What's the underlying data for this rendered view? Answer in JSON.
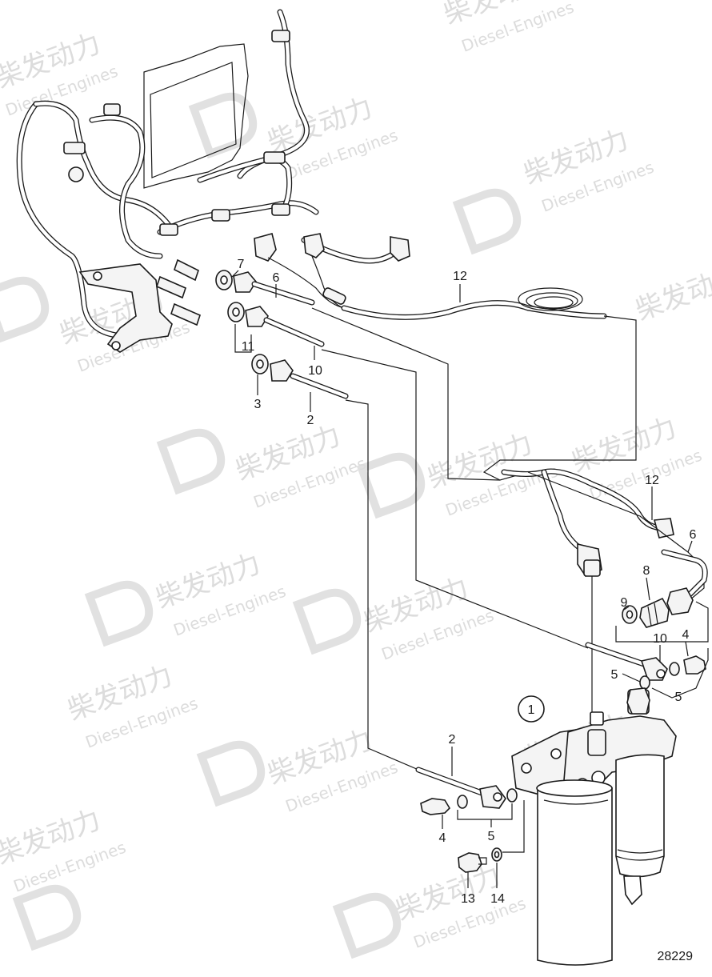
{
  "drawing_number": "28229",
  "watermark": {
    "brand_cn": "柴发动力",
    "brand_en": "Diesel-Engines"
  },
  "callouts": {
    "c1": "1",
    "c2_upper": "2",
    "c2_lower": "2",
    "c3": "3",
    "c4_right": "4",
    "c4_lower": "4",
    "c5_left": "5",
    "c5_right": "5",
    "c5_lower": "5",
    "c6_upper": "6",
    "c6_right": "6",
    "c7": "7",
    "c8": "8",
    "c9": "9",
    "c10_upper": "10",
    "c10_right": "10",
    "c11": "11",
    "c12_upper": "12",
    "c12_right": "12",
    "c13": "13",
    "c14": "14"
  }
}
